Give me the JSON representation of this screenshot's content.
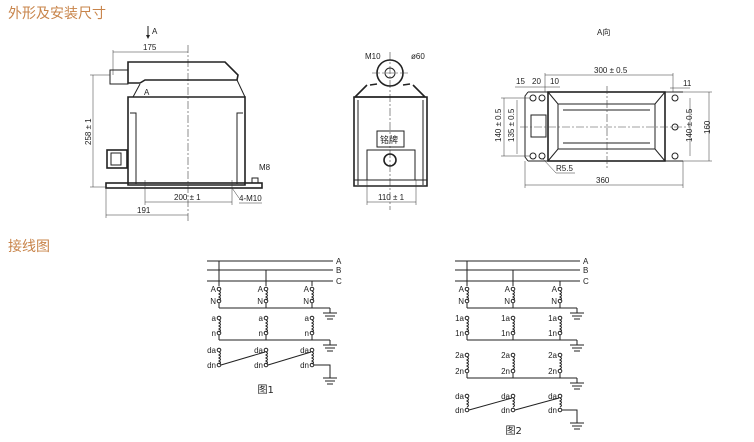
{
  "headings": {
    "outline": "外形及安装尺寸",
    "wiring": "接线图"
  },
  "front_view": {
    "view_arrow": "A",
    "dim_width": "175",
    "dim_height": "258 ± 1",
    "dim_holes": "200 ± 1",
    "dim_offset": "191",
    "label_a": "A",
    "bolt_m8": "M8",
    "bolt_m10": "4-M10"
  },
  "side_view": {
    "bolt": "M10",
    "diameter": "ø60",
    "nameplate": "铭牌",
    "dim_width": "110 ± 1"
  },
  "top_view": {
    "title": "A向",
    "dim_length": "300 ± 0.5",
    "dim_total": "360",
    "dim_height": "160",
    "dim_left_outer": "140 ± 0.5",
    "dim_left_inner": "135 ± 0.5",
    "dim_right": "140 ± 0.5",
    "dim_15": "15",
    "dim_20": "20",
    "dim_10": "10",
    "dim_11": "11",
    "radius": "R5.5"
  },
  "wiring": {
    "bus": [
      "A",
      "B",
      "C"
    ],
    "fig1": {
      "caption": "图1",
      "terminals": [
        [
          "A",
          "N"
        ],
        [
          "a",
          "n"
        ],
        [
          "da",
          "dn"
        ]
      ]
    },
    "fig2": {
      "caption": "图2",
      "terminals": [
        [
          "A",
          "N"
        ],
        [
          "1a",
          "1n"
        ],
        [
          "2a",
          "2n"
        ],
        [
          "da",
          "dn"
        ]
      ]
    }
  },
  "colors": {
    "heading": "#c8844a"
  }
}
